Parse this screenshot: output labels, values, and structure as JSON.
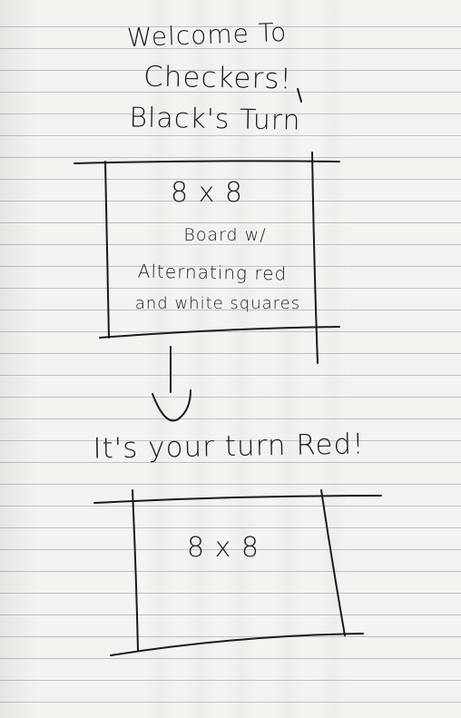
{
  "screen1": {
    "title_line1": "Welcome To",
    "title_line2": "Checkers!",
    "turn_label": "Black's Turn",
    "board": {
      "size_label": "8 x 8",
      "desc_line1": "Board w/",
      "desc_line2": "Alternating red",
      "desc_line3": "and white squares"
    }
  },
  "screen2": {
    "turn_label": "It's your turn Red!",
    "board": {
      "size_label": "8 x 8"
    }
  },
  "colors": {
    "ink": "#1a1a1a",
    "paper": "#f3f4f0",
    "rule_line": "#b9c3cf"
  }
}
